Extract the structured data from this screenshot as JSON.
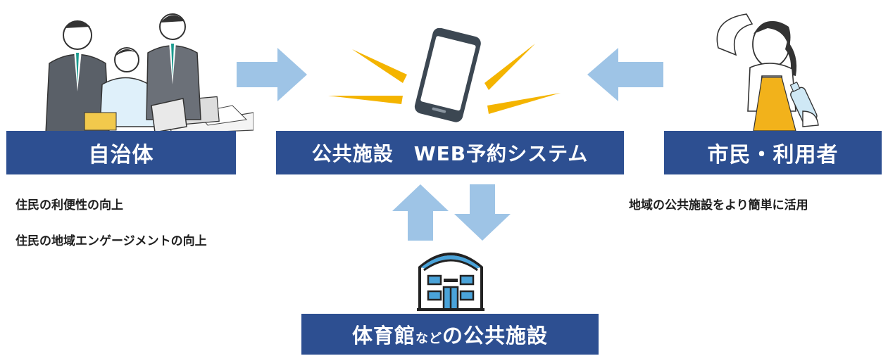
{
  "labels": {
    "municipality": "自治体",
    "system": "公共施設　WEB予約システム",
    "citizen": "市民・利用者",
    "facility_main": "体育館",
    "facility_small": "など",
    "facility_rest": "の公共施設"
  },
  "municipality_benefits": [
    "住民の利便性の向上",
    "住民の地域エンゲージメントの向上"
  ],
  "citizen_benefit": "地域の公共施設をより簡単に活用",
  "colors": {
    "box": "#2d4f91",
    "arrow": "#9ec4e6",
    "burst": "#f4b400",
    "phone": "#3c4752",
    "building_roof": "#4aa3d9"
  },
  "icons": [
    "business-people-illustration",
    "smartphone-icon",
    "woman-with-towel-illustration",
    "building-icon"
  ]
}
